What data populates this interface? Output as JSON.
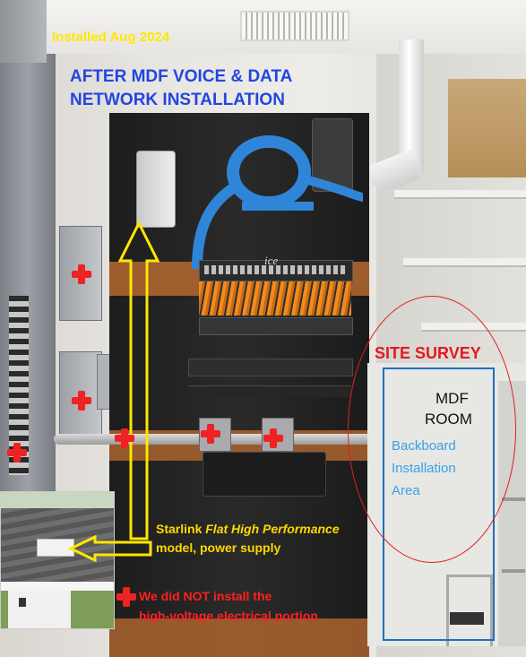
{
  "photo": {
    "installed_date": "Installed Aug 2024",
    "title_line1": "AFTER MDF VOICE & DATA",
    "title_line2": "NETWORK INSTALLATION",
    "brand_mark": "ice",
    "starlink_caption": {
      "lead": "Starlink ",
      "italic": "Flat High Performance",
      "tail": " model, power supply",
      "line2": "model, power supply"
    },
    "electrical_note_line1": "We did NOT install the",
    "electrical_note_line2": "high-voltage electrical portion",
    "site_survey": {
      "heading": "SITE SURVEY",
      "room_line1": "MDF",
      "room_line2": "ROOM",
      "area_line1": "Backboard",
      "area_line2": "Installation",
      "area_line3": "Area"
    },
    "colors": {
      "date_text": "#ffe800",
      "title_text": "#2246e0",
      "caption_text": "#ffd800",
      "note_text": "#ff2020",
      "survey_heading": "#e3191f",
      "survey_area_text": "#3aa0e6",
      "marker_red": "#f02222",
      "arrow_yellow": "#ffe600",
      "cable_blue": "#2f86d8",
      "patch_orange": "#f28a1e"
    },
    "icons": [
      "plus-marker-icon",
      "up-arrow-icon",
      "left-arrow-icon"
    ]
  }
}
